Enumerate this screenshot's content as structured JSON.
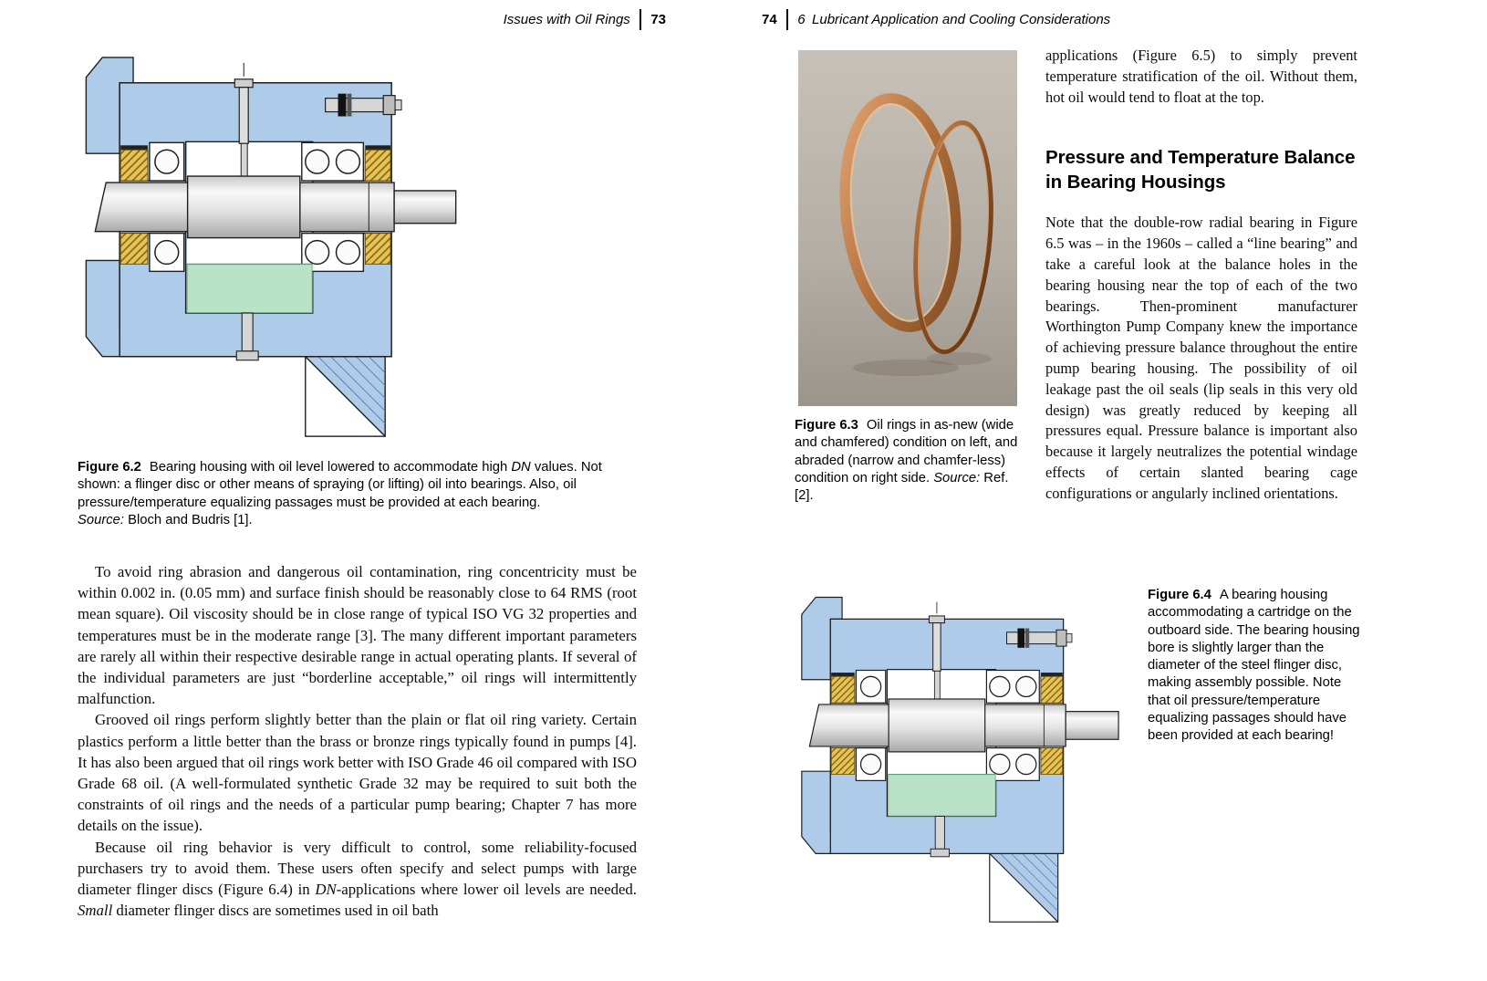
{
  "book": {
    "left_page": {
      "running_head": {
        "title": "Issues with Oil Rings",
        "page_number": "73"
      },
      "figure_6_2": {
        "label": "Figure 6.2",
        "caption_a": "Bearing housing with oil level lowered to accommodate high ",
        "caption_b_italic": "DN",
        "caption_c": " values. Not shown: a flinger disc or other means of spraying (or lifting) oil into bearings. Also, oil pressure/temperature equalizing passages must be provided at each bearing.",
        "source_label": "Source:",
        "source_text": " Bloch and Budris [1]."
      },
      "paragraph_1": "To avoid ring abrasion and dangerous oil contamination, ring concentricity must be within 0.002 in. (0.05 mm) and surface finish should be reasonably close to 64 RMS (root mean square). Oil viscosity should be in close range of typical ISO VG 32 properties and temperatures must be in the moderate range [3]. The many different important parameters are rarely all within their respective desirable range in actual operating plants. If several of the individual parameters are just “borderline acceptable,” oil rings will intermittently malfunction.",
      "paragraph_2": "Grooved oil rings perform slightly better than the plain or flat oil ring variety. Certain plastics perform a little better than the brass or bronze rings typically found in pumps [4]. It has also been argued that oil rings work better with ISO Grade 46 oil compared with ISO Grade 68 oil. (A well-formulated synthetic Grade 32 may be required to suit both the constraints of oil rings and the needs of a particular pump bearing; Chapter 7 has more details on the issue).",
      "paragraph_3": {
        "a": "Because oil ring behavior is very difficult to control, some reliability-focused purchasers try to avoid them. These users often specify and select pumps with large diameter flinger discs (Figure 6.4) in ",
        "b_italic": "DN",
        "c": "-applications where lower oil levels are needed. ",
        "d_italic": "Small",
        "e": " diameter flinger discs are sometimes used in oil bath"
      }
    },
    "right_page": {
      "running_head": {
        "page_number": "74",
        "chapter_title": "6 Lubricant Application and Cooling Considerations"
      },
      "figure_6_3": {
        "label": "Figure 6.3",
        "caption": "Oil rings in as-new (wide and chamfered) condition on left, and abraded (narrow and chamfer-less) condition on right side. ",
        "source_label": "Source:",
        "source_text": " Ref. [2]."
      },
      "column": {
        "intro_paragraph": "applications (Figure 6.5) to simply prevent temperature stratification of the oil. Without them, hot oil would tend to float at the top.",
        "section_heading": "Pressure and Temperature Balance in Bearing Housings",
        "body_paragraph": "Note that the double-row radial bearing in Figure 6.5 was – in the 1960s – called a “line bearing” and take a careful look at the balance holes in the bearing housing near the top of each of the two bearings. Then-prominent manufacturer Worthington Pump Company knew the importance of achieving pressure balance throughout the entire pump bearing housing. The possibility of oil leakage past the oil seals (lip seals in this very old design) was greatly reduced by keeping all pressures equal. Pressure balance is important also because it largely neutralizes the potential windage effects of certain slanted bearing cage configurations or angularly inclined orientations."
      },
      "figure_6_4": {
        "label": "Figure 6.4",
        "caption": "A bearing housing accommodating a cartridge on the outboard side. The bearing housing bore is slightly larger than the diameter of the steel flinger disc, making assembly possible. Note that oil pressure/temperature equalizing passages should have been provided at each bearing!"
      }
    },
    "colors": {
      "housing_blue": "#aecbea",
      "oil_green": "#b9e2c6",
      "seal_gold": "#e6c353",
      "copper_ring": "#b06a34",
      "text": "#111111"
    }
  }
}
